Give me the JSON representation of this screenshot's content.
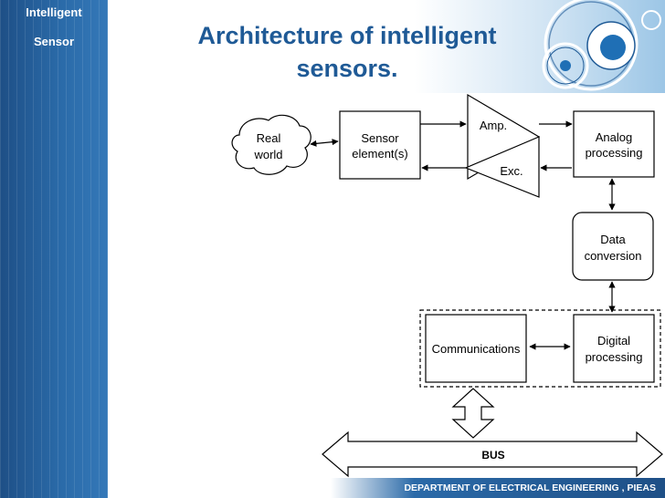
{
  "sidebar": {
    "line1": "Intelligent",
    "line2": "Sensor"
  },
  "header": {
    "title_line1": "Architecture of intelligent",
    "title_line2": "sensors."
  },
  "diagram": {
    "real_world": [
      "Real",
      "world"
    ],
    "sensor_element": [
      "Sensor",
      "element(s)"
    ],
    "amp": "Amp.",
    "exc": "Exc.",
    "analog_processing": [
      "Analog",
      "processing"
    ],
    "data_conversion": [
      "Data",
      "conversion"
    ],
    "digital_processing": [
      "Digital",
      "processing"
    ],
    "communications": "Communications",
    "bus": "BUS"
  },
  "footer": {
    "text": "DEPARTMENT OF ELECTRICAL  ENGINEERING , PIEAS"
  },
  "colors": {
    "primary_blue": "#1f5a96",
    "sidebar_blue": "#2a6aa8"
  }
}
